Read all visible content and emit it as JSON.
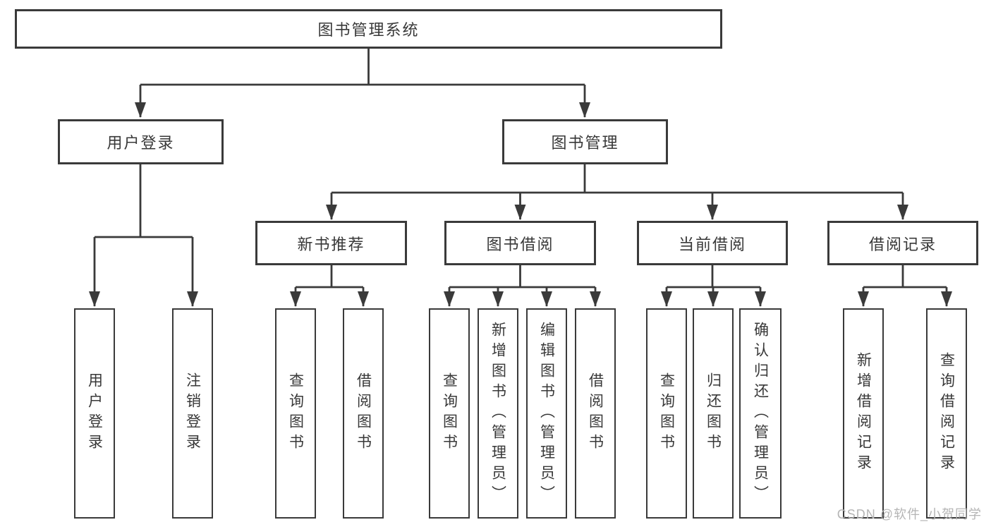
{
  "chart": {
    "root": {
      "label": "图书管理系统"
    },
    "level2": [
      {
        "label": "用户登录",
        "children": [
          {
            "label": "用户登录"
          },
          {
            "label": "注销登录"
          }
        ]
      },
      {
        "label": "图书管理",
        "children": [
          {
            "label": "新书推荐",
            "children": [
              {
                "label": "查询图书"
              },
              {
                "label": "借阅图书"
              }
            ]
          },
          {
            "label": "图书借阅",
            "children": [
              {
                "label": "查询图书"
              },
              {
                "label": "新增图书（管理员）"
              },
              {
                "label": "编辑图书（管理员）"
              },
              {
                "label": "借阅图书"
              }
            ]
          },
          {
            "label": "当前借阅",
            "children": [
              {
                "label": "查询图书"
              },
              {
                "label": "归还图书"
              },
              {
                "label": "确认归还（管理员）"
              }
            ]
          },
          {
            "label": "借阅记录",
            "children": [
              {
                "label": "新增借阅记录"
              },
              {
                "label": "查询借阅记录"
              }
            ]
          }
        ]
      }
    ]
  },
  "watermark": "CSDN @软件_小贺同学",
  "colors": {
    "line": "#3a3a3a",
    "text": "#383838",
    "watermark": "#b5b5b5",
    "background": "#ffffff"
  }
}
